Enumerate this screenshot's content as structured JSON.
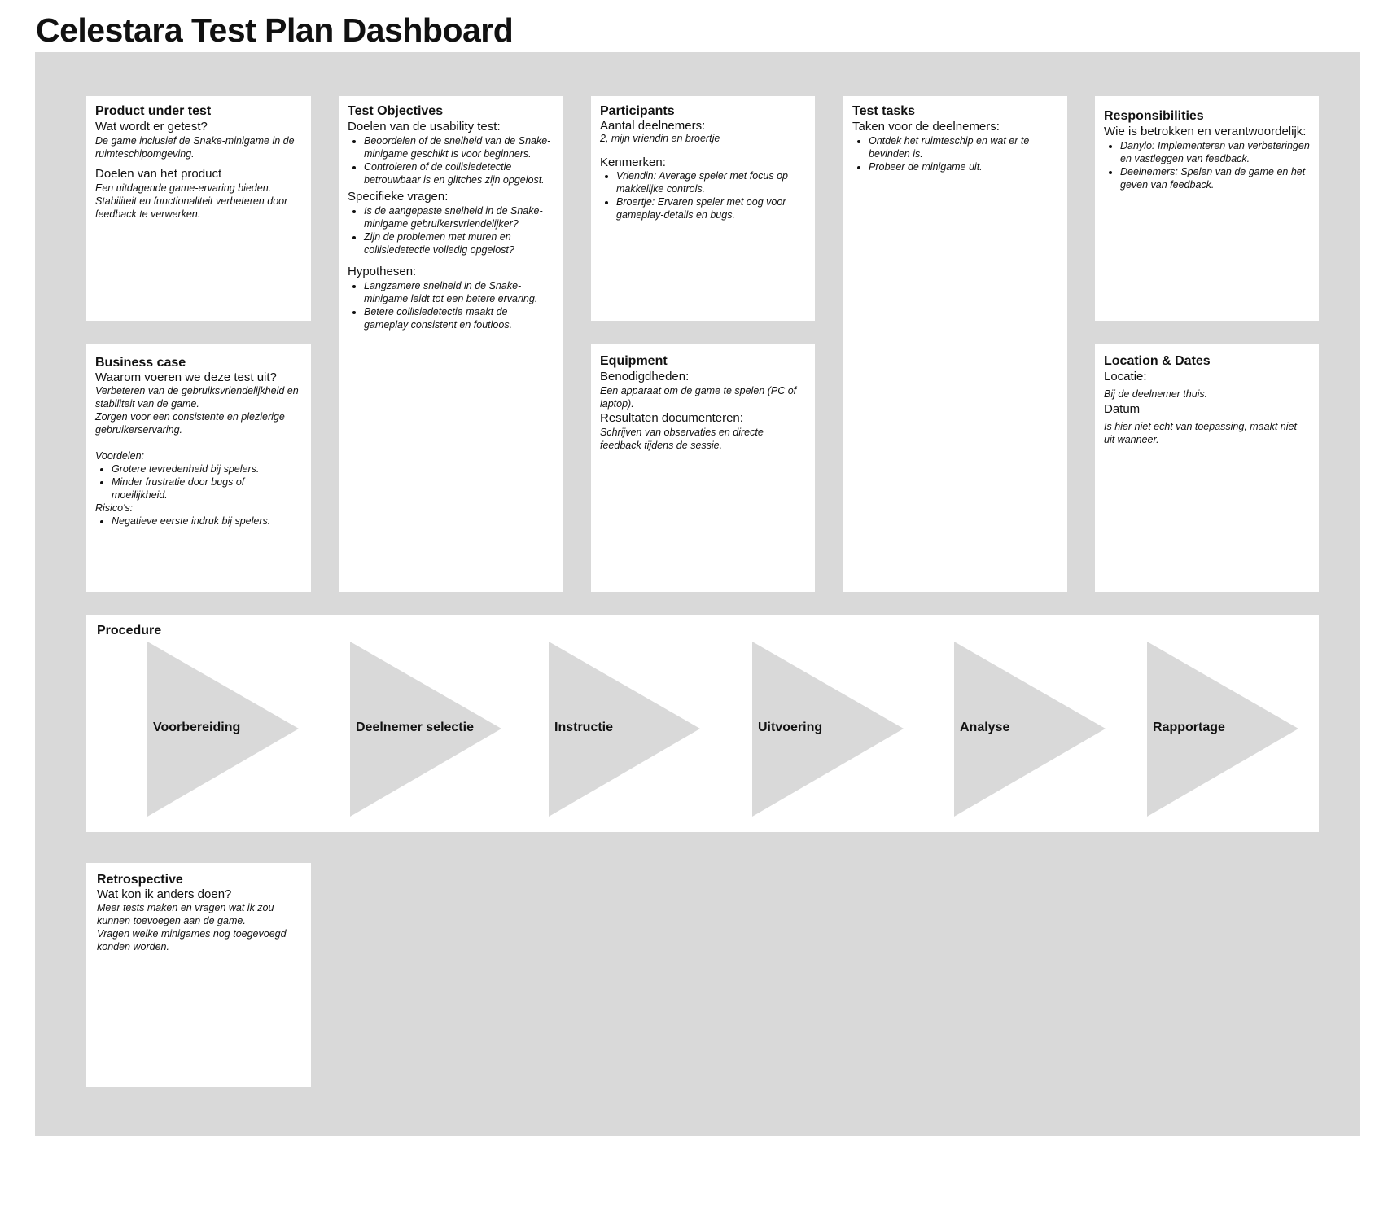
{
  "title": "Celestara Test Plan Dashboard",
  "product": {
    "heading": "Product under test",
    "q1": "Wat wordt er getest?",
    "a1": "De game inclusief de Snake-minigame in de ruimteschipomgeving.",
    "q2": "Doelen van het product",
    "a2": "Een uitdagende game-ervaring bieden. Stabiliteit en functionaliteit verbeteren door feedback te verwerken."
  },
  "objectives": {
    "heading": "Test Objectives",
    "q1": "Doelen van de usability test:",
    "goals": [
      "Beoordelen of de snelheid van de Snake-minigame geschikt is voor beginners.",
      "Controleren of de collisiedetectie betrouwbaar is en glitches zijn opgelost."
    ],
    "q2": "Specifieke vragen:",
    "questions": [
      "Is de aangepaste snelheid in de Snake-minigame gebruikersvriendelijker?",
      "Zijn de problemen met muren en collisiedetectie volledig opgelost?"
    ],
    "q3": "Hypothesen:",
    "hypotheses": [
      "Langzamere snelheid in de Snake-minigame leidt tot een betere ervaring.",
      "Betere collisiedetectie maakt de gameplay consistent en foutloos."
    ]
  },
  "participants": {
    "heading": "Participants",
    "q1": "Aantal deelnemers:",
    "a1": "2, mijn vriendin en broertje",
    "q2": "Kenmerken:",
    "items": [
      "Vriendin: Average speler met focus op makkelijke controls.",
      "Broertje: Ervaren speler met oog voor gameplay-details en bugs."
    ]
  },
  "tasks": {
    "heading": "Test tasks",
    "q1": "Taken voor de deelnemers:",
    "items": [
      "Ontdek het ruimteschip en wat er te bevinden is.",
      "Probeer de minigame uit."
    ]
  },
  "responsibilities": {
    "heading": "Responsibilities",
    "q1": "Wie is betrokken en verantwoordelijk:",
    "items": [
      "Danylo: Implementeren van verbeteringen en vastleggen van feedback.",
      "Deelnemers: Spelen van de game en het geven van feedback."
    ]
  },
  "business": {
    "heading": "Business case",
    "q1": "Waarom voeren we deze test uit?",
    "a1": "Verbeteren van de gebruiksvriendelijkheid en stabiliteit van de game.",
    "a2": "Zorgen voor een consistente en plezierige gebruikerservaring.",
    "pros_label": "Voordelen:",
    "pros": [
      "Grotere tevredenheid bij spelers.",
      "Minder frustratie door bugs of moeilijkheid."
    ],
    "risks_label": "Risico's:",
    "risks": [
      "Negatieve eerste indruk bij spelers."
    ]
  },
  "equipment": {
    "heading": "Equipment",
    "q1": "Benodigdheden:",
    "a1": "Een apparaat om de game te spelen (PC of laptop).",
    "q2": "Resultaten documenteren:",
    "a2": "Schrijven van observaties en directe feedback tijdens de sessie."
  },
  "location": {
    "heading": "Location & Dates",
    "q1": "Locatie:",
    "a1": "Bij de deelnemer thuis.",
    "q2": "Datum",
    "a2": "Is hier niet echt van toepassing, maakt niet uit wanneer."
  },
  "procedure": {
    "heading": "Procedure",
    "steps": [
      "Voorbereiding",
      "Deelnemer selectie",
      "Instructie",
      "Uitvoering",
      "Analyse",
      "Rapportage"
    ]
  },
  "retro": {
    "heading": "Retrospective",
    "q1": "Wat kon ik anders doen?",
    "a1": "Meer tests maken en vragen wat ik zou kunnen toevoegen aan de game.",
    "a2": "Vragen welke minigames nog toegevoegd konden worden."
  }
}
